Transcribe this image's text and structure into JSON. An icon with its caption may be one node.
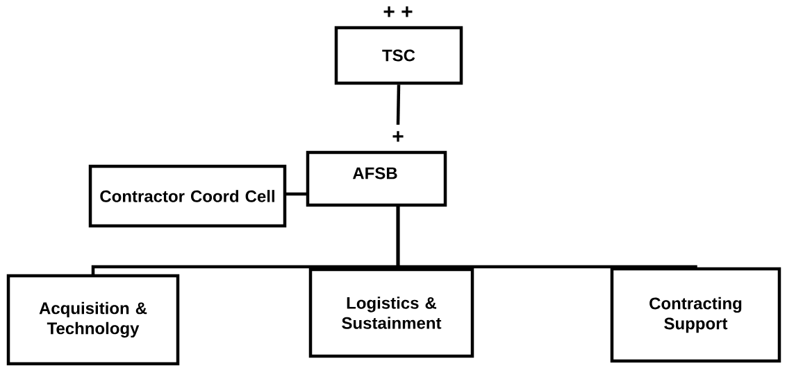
{
  "diagram": {
    "nodes": [
      {
        "text": [
          "TSC"
        ],
        "beside": [
          "+ +"
        ]
      },
      {
        "text": [
          "AFSB"
        ],
        "beside": [
          "+"
        ]
      },
      {
        "text": [
          "Contractor Coord Cell"
        ]
      },
      {
        "text": [
          "Acquisition & Technology"
        ]
      },
      {
        "text": [
          "Logistics & Sustainment"
        ]
      },
      {
        "text": [
          "Contracting Support"
        ]
      }
    ],
    "edges": [
      {
        "from": 0,
        "to": 1,
        "arrow": "none"
      },
      {
        "from": 2,
        "to": 1,
        "arrow": "none"
      },
      {
        "from": 1,
        "to": 3,
        "arrow": "none"
      },
      {
        "from": 1,
        "to": 4,
        "arrow": "none"
      },
      {
        "from": 1,
        "to": 5,
        "arrow": "none"
      }
    ]
  }
}
